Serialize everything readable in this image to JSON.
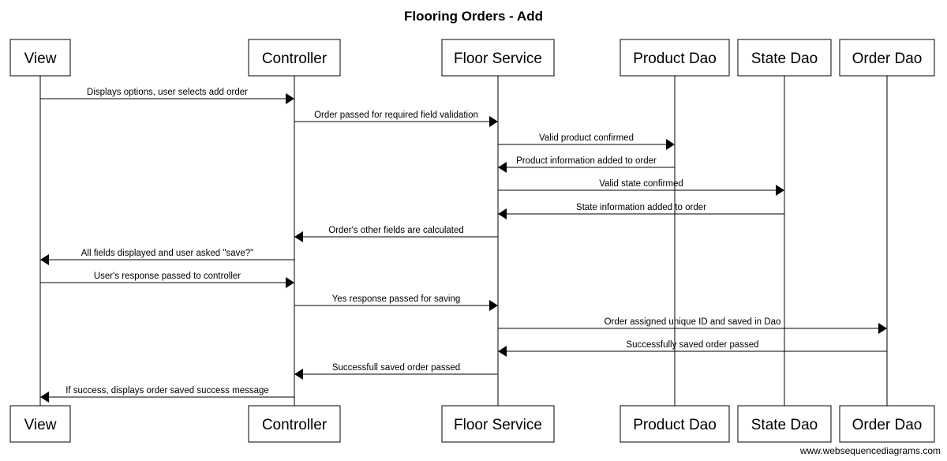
{
  "title": "Flooring Orders - Add",
  "watermark": "www.websequencediagrams.com",
  "actors": [
    {
      "id": "view",
      "label": "View"
    },
    {
      "id": "controller",
      "label": "Controller"
    },
    {
      "id": "floor-service",
      "label": "Floor Service"
    },
    {
      "id": "product-dao",
      "label": "Product Dao"
    },
    {
      "id": "state-dao",
      "label": "State Dao"
    },
    {
      "id": "order-dao",
      "label": "Order Dao"
    }
  ],
  "messages": [
    {
      "from": "view",
      "to": "controller",
      "label": "Displays options, user selects add order"
    },
    {
      "from": "controller",
      "to": "floor-service",
      "label": "Order passed for required field validation"
    },
    {
      "from": "floor-service",
      "to": "product-dao",
      "label": "Valid product confirmed"
    },
    {
      "from": "product-dao",
      "to": "floor-service",
      "label": "Product information added to order"
    },
    {
      "from": "floor-service",
      "to": "state-dao",
      "label": "Valid state confirmed"
    },
    {
      "from": "state-dao",
      "to": "floor-service",
      "label": "State information added to order"
    },
    {
      "from": "floor-service",
      "to": "controller",
      "label": "Order's other fields are calculated"
    },
    {
      "from": "controller",
      "to": "view",
      "label": "All fields displayed and user asked \"save?\""
    },
    {
      "from": "view",
      "to": "controller",
      "label": "User's response passed to controller"
    },
    {
      "from": "controller",
      "to": "floor-service",
      "label": "Yes response passed for saving"
    },
    {
      "from": "floor-service",
      "to": "order-dao",
      "label": "Order assigned unique ID and saved in Dao"
    },
    {
      "from": "order-dao",
      "to": "floor-service",
      "label": "Successfully saved order passed"
    },
    {
      "from": "floor-service",
      "to": "controller",
      "label": "Successfull saved order passed"
    },
    {
      "from": "controller",
      "to": "view",
      "label": "If success, displays order saved success message"
    }
  ]
}
